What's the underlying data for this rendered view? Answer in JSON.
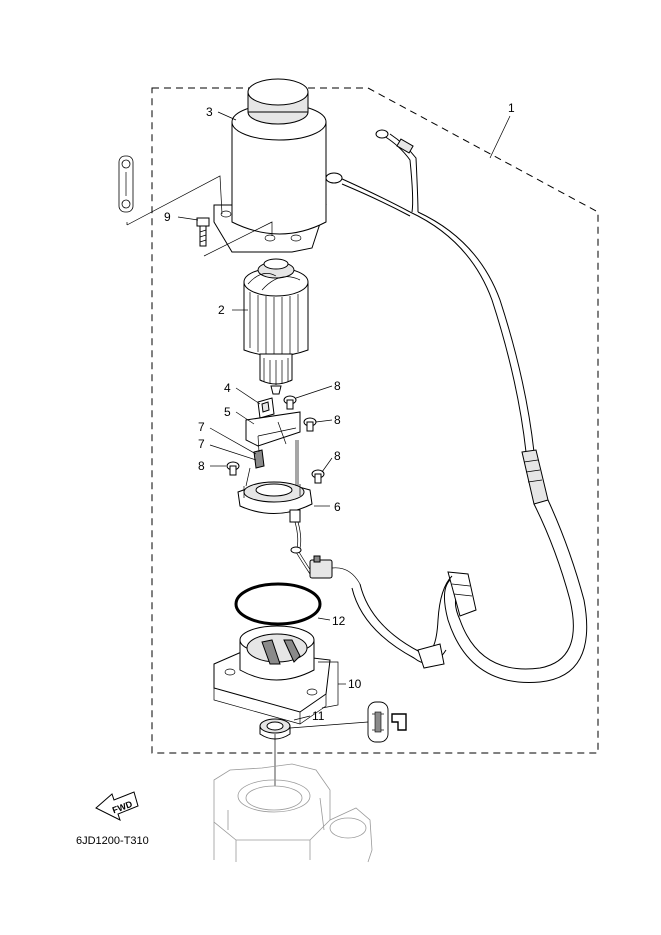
{
  "diagram": {
    "drawing_code": "6JD1200-T310",
    "fwd_label": "FWD",
    "callouts": {
      "c1": "1",
      "c2": "2",
      "c3": "3",
      "c4": "4",
      "c5": "5",
      "c6": "6",
      "c7a": "7",
      "c7b": "7",
      "c8a": "8",
      "c8b": "8",
      "c8c": "8",
      "c8d": "8",
      "c9": "9",
      "c10": "10",
      "c11": "11",
      "c12": "12"
    }
  }
}
